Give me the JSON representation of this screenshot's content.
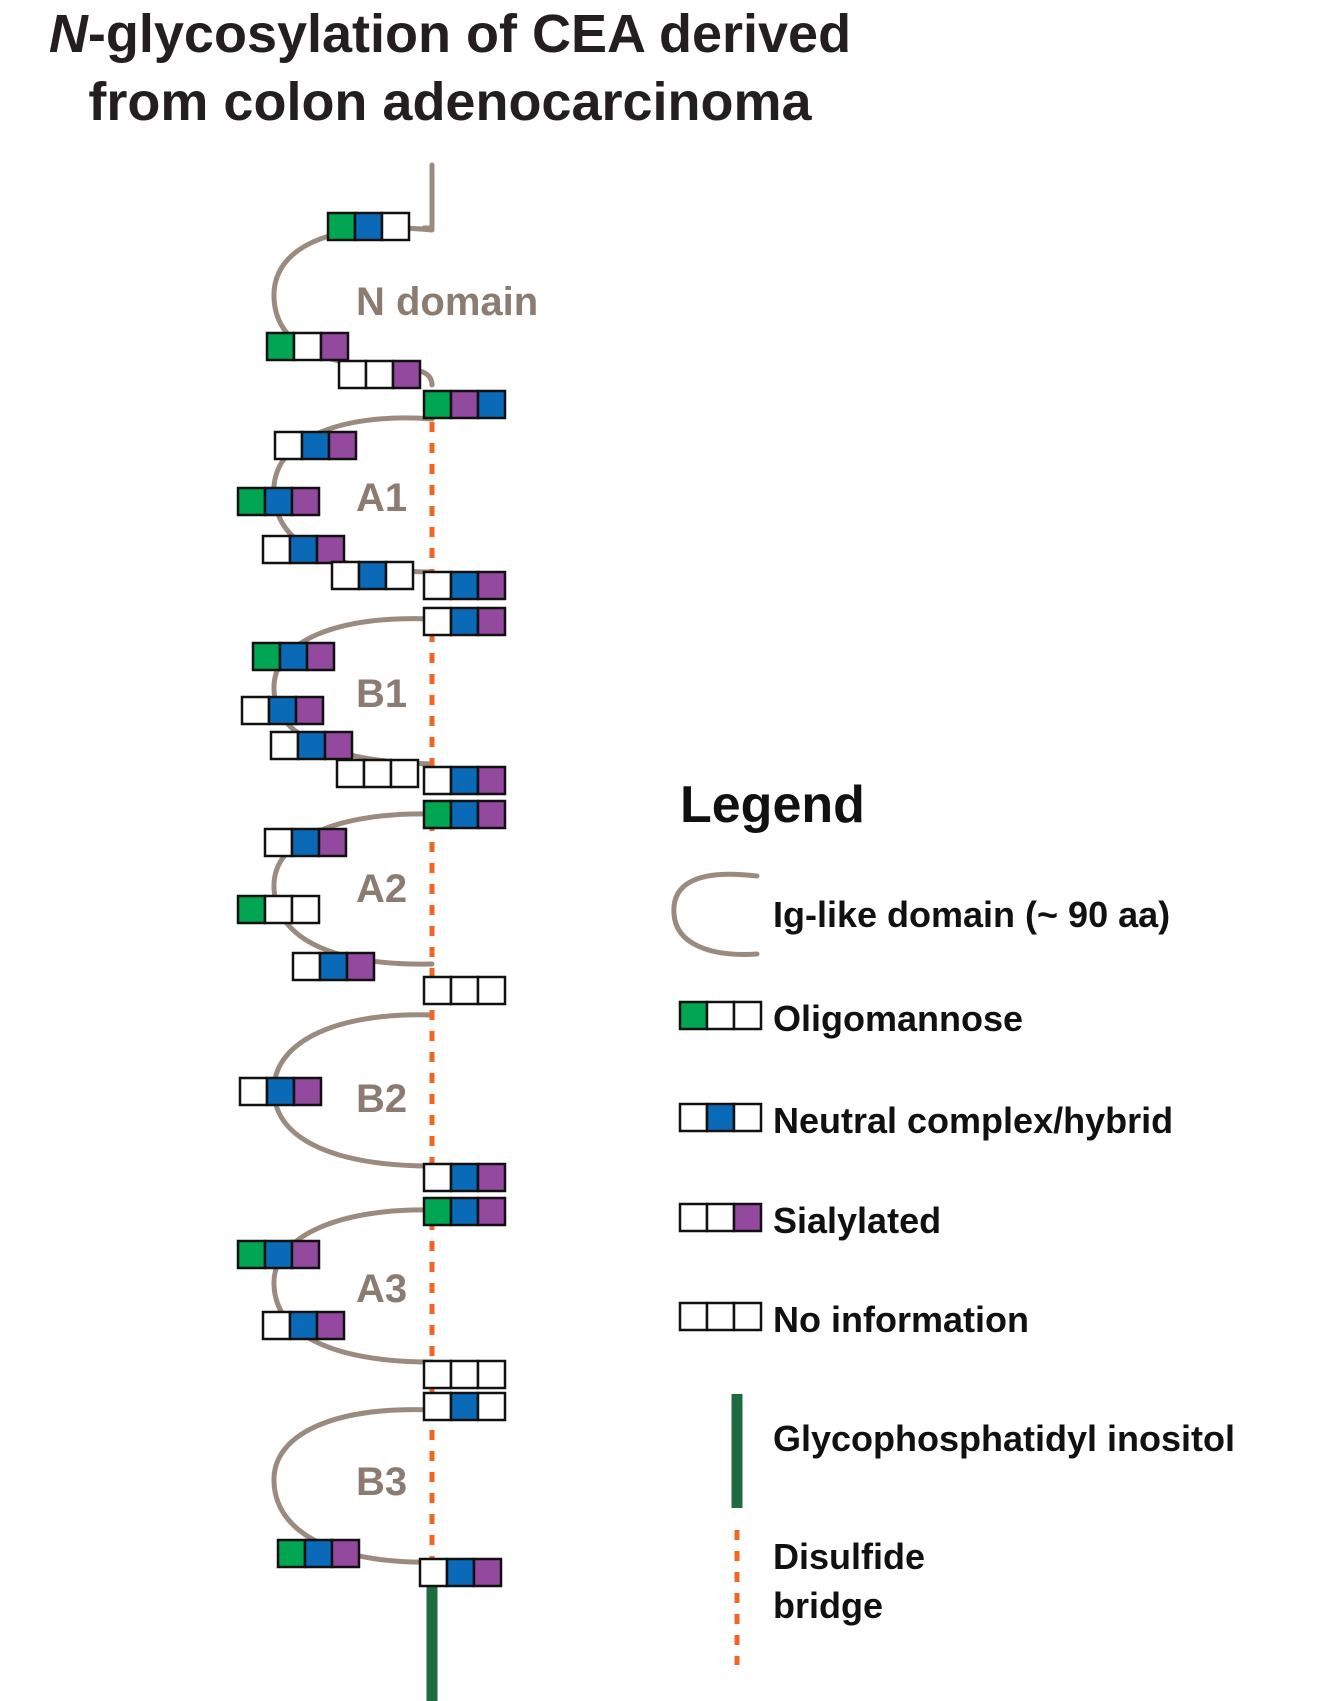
{
  "title": {
    "italic_prefix": "N",
    "line1_rest": "-glycosylation of CEA derived",
    "line2": "from colon adenocarcinoma"
  },
  "colors": {
    "backbone": "#9b8b7e",
    "domain_label": "#8c7b70",
    "oligomannose": "#00a651",
    "neutral": "#0a6ab8",
    "sialylated": "#92499e",
    "disulfide": "#f26522",
    "gpi": "#1e6b3f",
    "box_border": "#111111"
  },
  "domains": [
    {
      "id": "n-domain",
      "label": "N domain"
    },
    {
      "id": "a1",
      "label": "A1"
    },
    {
      "id": "b1",
      "label": "B1"
    },
    {
      "id": "a2",
      "label": "A2"
    },
    {
      "id": "b2",
      "label": "B2"
    },
    {
      "id": "a3",
      "label": "A3"
    },
    {
      "id": "b3",
      "label": "B3"
    }
  ],
  "glycan_key": {
    "g": "oligomannose",
    "b": "neutral",
    "p": "sialylated",
    "w": "empty"
  },
  "glycans": [
    "gbw",
    "gwp",
    "wwp",
    "gpb",
    "wbp",
    "gbp",
    "wbp",
    "wbw",
    "wbp",
    "wbp",
    "gbp",
    "wbp",
    "wbp",
    "www",
    "wbp",
    "gbp",
    "wbp",
    "gww",
    "wbp",
    "www",
    "wbp",
    "wbp",
    "gbp",
    "gbp",
    "wbp",
    "www",
    "wbw",
    "gbp",
    "wbp"
  ],
  "legend": {
    "title": "Legend",
    "items": [
      {
        "id": "ig-like-domain",
        "label": "Ig-like domain (~ 90 aa)"
      },
      {
        "id": "oligomannose",
        "label": "Oligomannose"
      },
      {
        "id": "neutral",
        "label": "Neutral complex/hybrid"
      },
      {
        "id": "sialylated",
        "label": "Sialylated"
      },
      {
        "id": "no-info",
        "label": "No information"
      },
      {
        "id": "gpi",
        "label": "Glycophosphatidyl inositol"
      },
      {
        "id": "disulfide",
        "label_lines": [
          "Disulfide",
          "bridge"
        ]
      }
    ]
  }
}
